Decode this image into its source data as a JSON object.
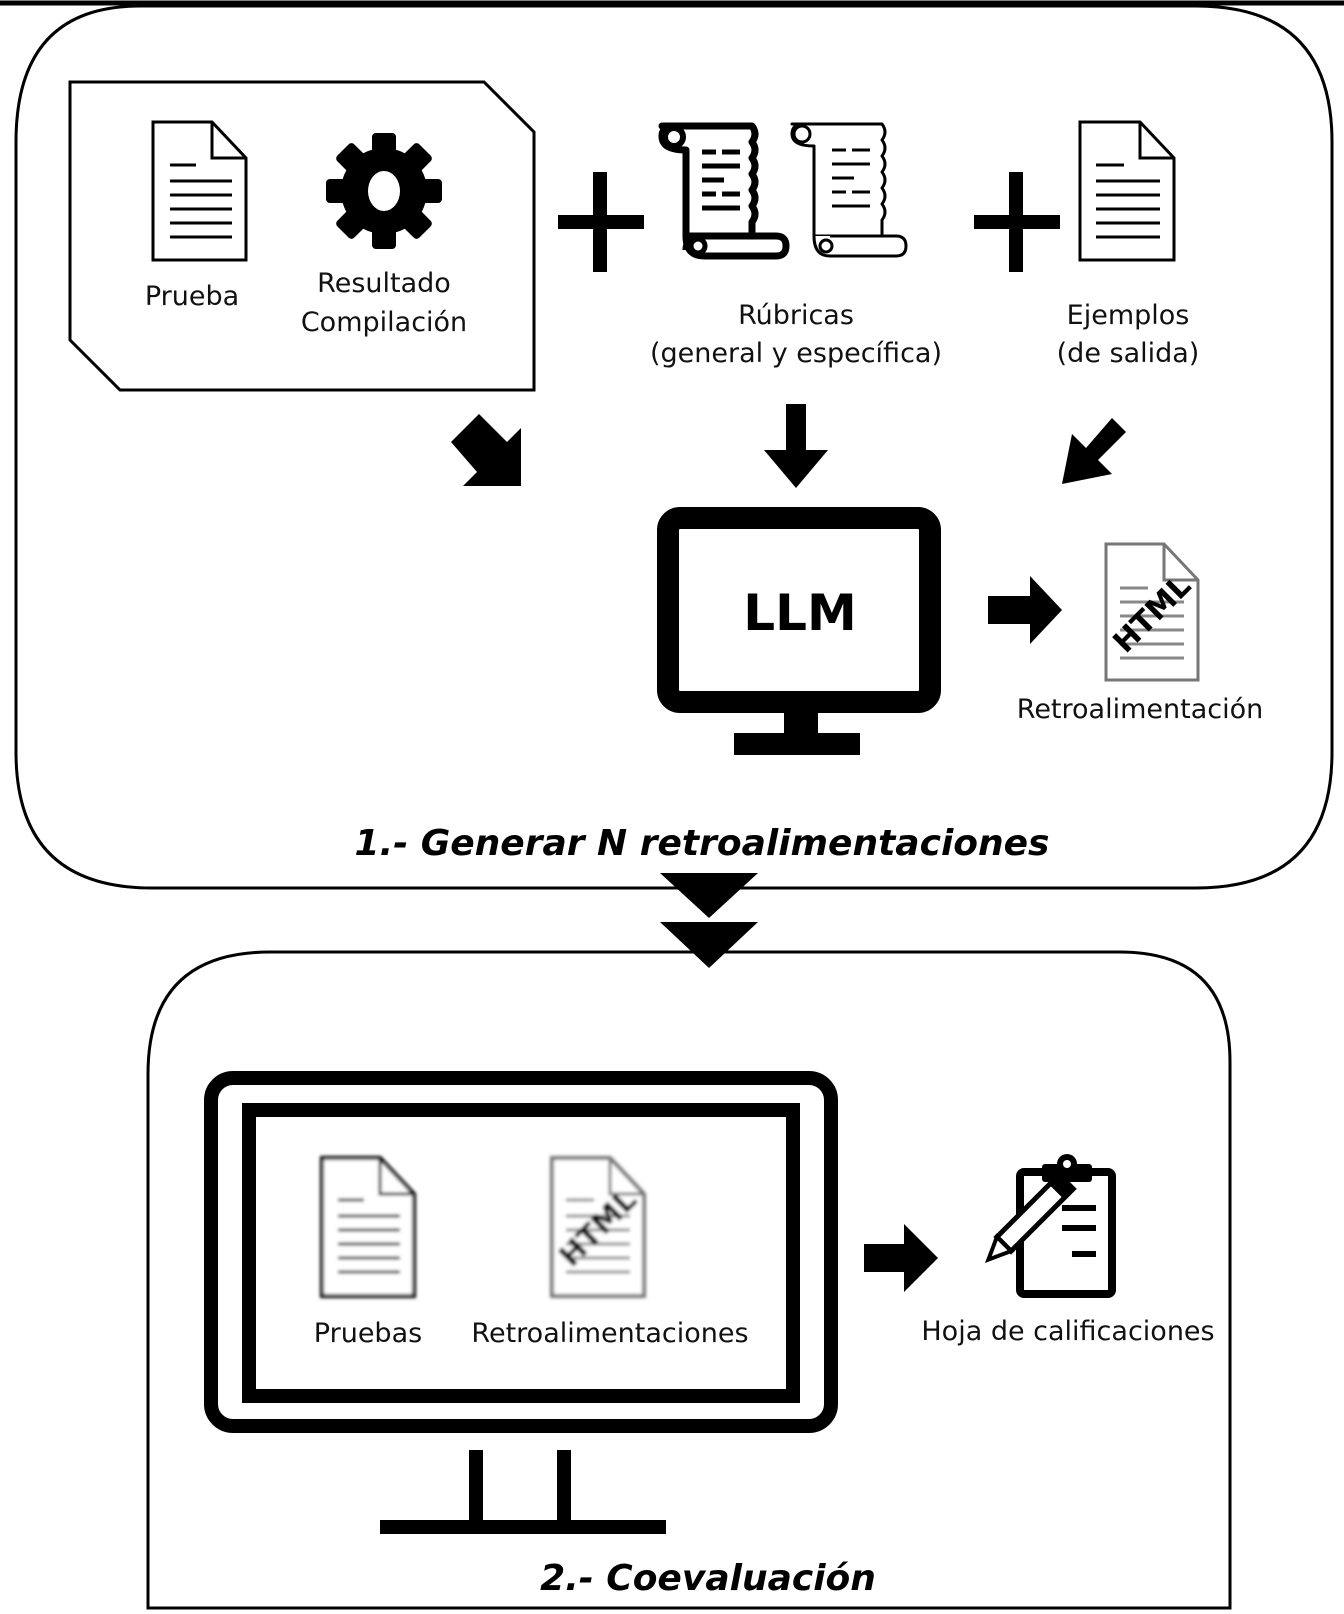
{
  "stage1": {
    "title": "1.- Generar N retroalimentaciones",
    "inputs_box": {
      "test_label": "Prueba",
      "compile_label_line1": "Resultado",
      "compile_label_line2": "Compilación"
    },
    "rubrics": {
      "label_line1": "Rúbricas",
      "label_line2": "(general y específica)"
    },
    "examples": {
      "label_line1": "Ejemplos",
      "label_line2": "(de salida)"
    },
    "model_label": "LLM",
    "output": {
      "doc_tag": "HTML",
      "label": "Retroalimentación"
    },
    "plus_symbols": [
      "+",
      "+"
    ]
  },
  "stage2": {
    "title": "2.- Coevaluación",
    "screen": {
      "tests_label": "Pruebas",
      "feedbacks_label": "Retroalimentaciones",
      "doc_tag": "HTML"
    },
    "output_label": "Hoja de calificaciones"
  },
  "colors": {
    "stroke": "#000000",
    "background": "#ffffff",
    "faded_doc": "#777777"
  },
  "icons": [
    "document-icon",
    "gear-icon",
    "scroll-icon",
    "monitor-icon",
    "html-document-icon",
    "clipboard-pencil-icon",
    "arrow-icon"
  ]
}
